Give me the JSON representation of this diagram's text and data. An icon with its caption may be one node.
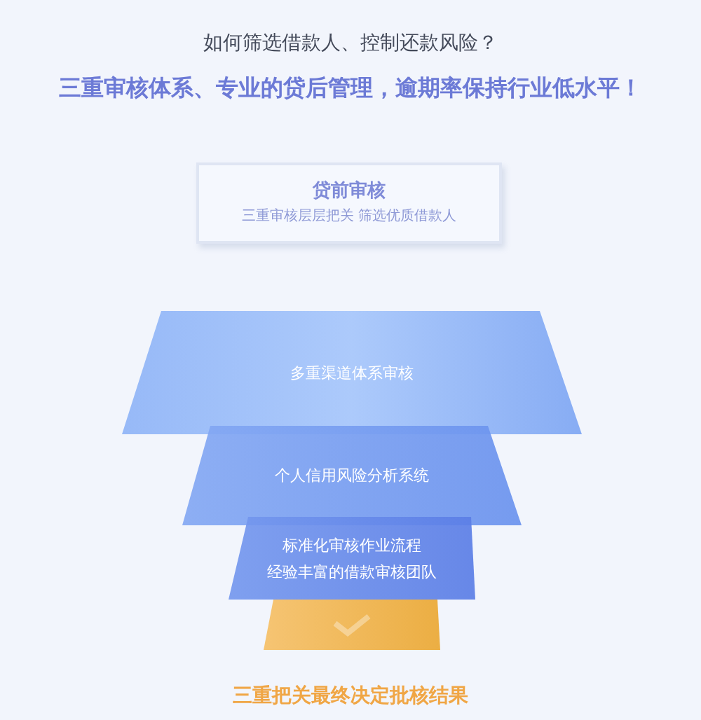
{
  "diagram": {
    "title": "如何筛选借款人、控制还款风险？",
    "nodes": [
      {
        "text": [
          "贷前审核",
          "三重审核层层把关 筛选优质借款人"
        ]
      },
      {
        "text": [
          "多重渠道体系审核"
        ]
      },
      {
        "text": [
          "个人信用风险分析系统"
        ]
      },
      {
        "text": [
          "标准化审核作业流程",
          "经验丰富的借款审核团队"
        ]
      },
      {
        "text": [],
        "shape": "box",
        "beside": [
          "三重把关最终决定批核结果"
        ]
      }
    ],
    "labels": [
      "三重审核体系、专业的贷后管理，逾期率保持行业低水平！"
    ]
  }
}
